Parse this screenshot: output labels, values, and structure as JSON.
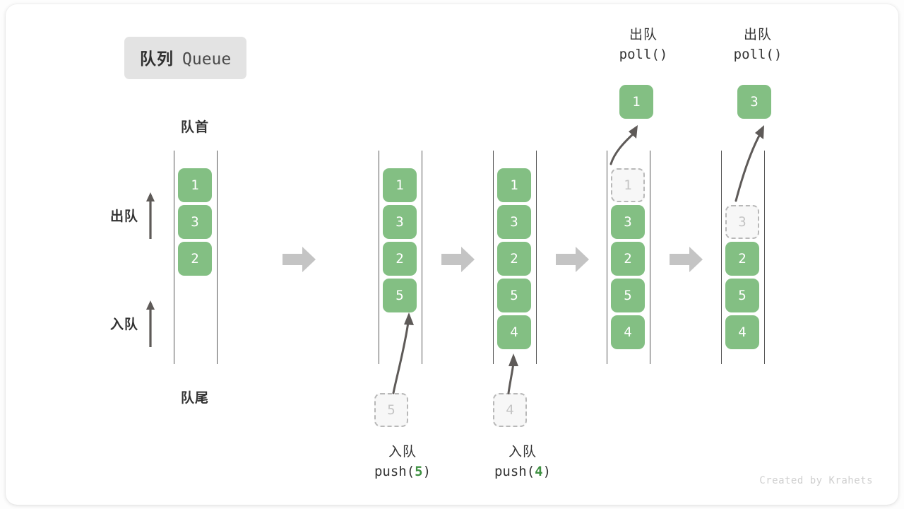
{
  "title": {
    "cn": "队列",
    "en": "Queue"
  },
  "labels": {
    "head": "队首",
    "tail": "队尾",
    "dequeue": "出队",
    "enqueue": "入队"
  },
  "side_ops": [
    {
      "name": "dequeue",
      "text": "出队"
    },
    {
      "name": "enqueue",
      "text": "入队"
    }
  ],
  "columns": [
    {
      "id": "initial",
      "cells": [
        {
          "value": "1",
          "state": "filled"
        },
        {
          "value": "3",
          "state": "filled"
        },
        {
          "value": "2",
          "state": "filled"
        }
      ],
      "capacity": 5
    },
    {
      "id": "after-push-5",
      "cells": [
        {
          "value": "1",
          "state": "filled"
        },
        {
          "value": "3",
          "state": "filled"
        },
        {
          "value": "2",
          "state": "filled"
        },
        {
          "value": "5",
          "state": "filled"
        }
      ],
      "capacity": 5,
      "incoming": {
        "value": "5",
        "state": "ghost"
      }
    },
    {
      "id": "after-push-4",
      "cells": [
        {
          "value": "1",
          "state": "filled"
        },
        {
          "value": "3",
          "state": "filled"
        },
        {
          "value": "2",
          "state": "filled"
        },
        {
          "value": "5",
          "state": "filled"
        },
        {
          "value": "4",
          "state": "filled"
        }
      ],
      "capacity": 5,
      "incoming": {
        "value": "4",
        "state": "ghost"
      }
    },
    {
      "id": "after-poll-1",
      "cells": [
        {
          "value": "1",
          "state": "ghost"
        },
        {
          "value": "3",
          "state": "filled"
        },
        {
          "value": "2",
          "state": "filled"
        },
        {
          "value": "5",
          "state": "filled"
        },
        {
          "value": "4",
          "state": "filled"
        }
      ],
      "capacity": 5,
      "outgoing": {
        "value": "1",
        "state": "filled"
      }
    },
    {
      "id": "after-poll-3",
      "cells": [
        {
          "value": "",
          "state": "empty"
        },
        {
          "value": "3",
          "state": "ghost"
        },
        {
          "value": "2",
          "state": "filled"
        },
        {
          "value": "5",
          "state": "filled"
        },
        {
          "value": "4",
          "state": "filled"
        }
      ],
      "capacity": 5,
      "outgoing": {
        "value": "3",
        "state": "filled"
      }
    }
  ],
  "captions_bottom": [
    {
      "line1": "入队",
      "op": "push(",
      "num": "5",
      "close": ")"
    },
    {
      "line1": "入队",
      "op": "push(",
      "num": "4",
      "close": ")"
    }
  ],
  "captions_top": [
    {
      "line1": "出队",
      "line2": "poll()"
    },
    {
      "line1": "出队",
      "line2": "poll()"
    }
  ],
  "separators": [
    {
      "name": "step-arrow-1"
    },
    {
      "name": "step-arrow-2"
    },
    {
      "name": "step-arrow-3"
    },
    {
      "name": "step-arrow-4"
    }
  ],
  "watermark": "Created by Krahets",
  "colors": {
    "accent_green": "#83bf83",
    "ghost_border": "#b8b8b8",
    "ghost_fill": "#f7f7f7",
    "rail": "#555555",
    "text": "#333333",
    "badge_bg": "#e3e3e3",
    "sep_arrow": "#c4c4c4",
    "curve_arrow": "#5e5a58"
  }
}
